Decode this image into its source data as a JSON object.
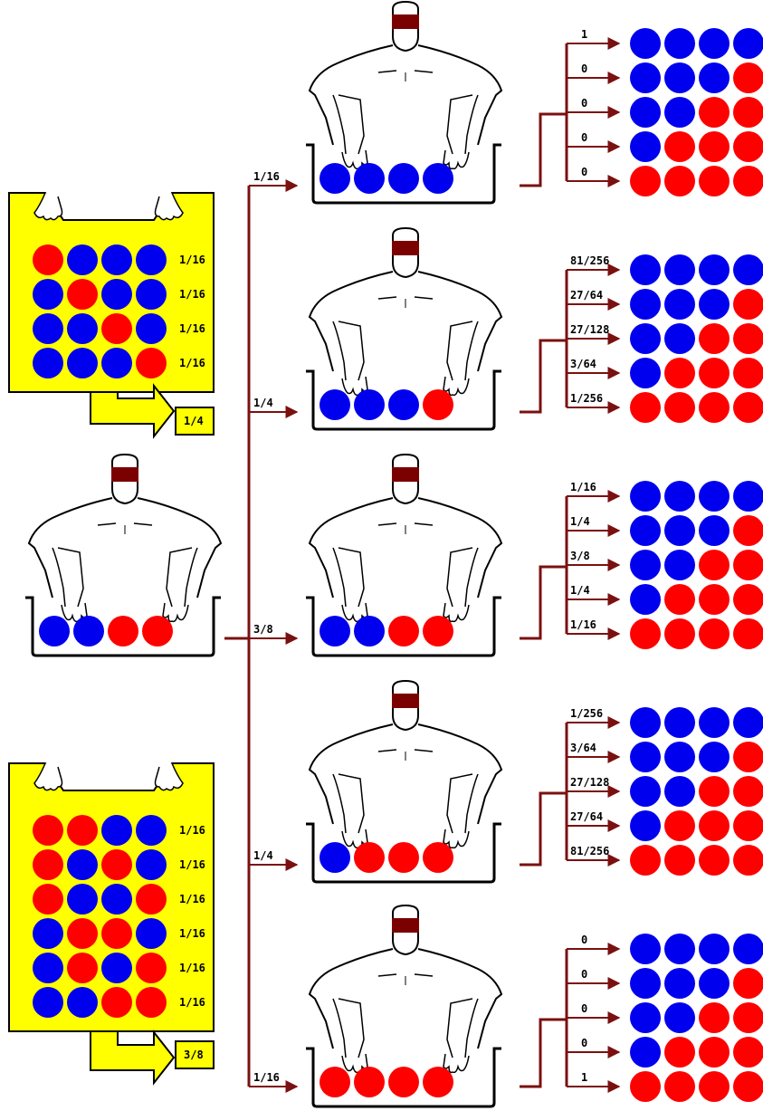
{
  "colors": {
    "blue": "#0000ee",
    "red": "#ff0000",
    "yellow": "#ffff00",
    "arrow": "#7b1010",
    "blindfold": "#7b0000"
  },
  "draws": [
    {
      "ball_colors": [
        "red",
        "blue",
        "blue",
        "blue"
      ],
      "probs": [
        "1/16",
        "1/16",
        "1/16",
        "1/16"
      ],
      "total": "1/4"
    },
    {
      "ball_colors": [
        "red",
        "red",
        "blue",
        "blue"
      ],
      "probs": [
        "1/16",
        "1/16",
        "1/16",
        "1/16",
        "1/16",
        "1/16"
      ],
      "total": "3/8"
    }
  ],
  "source_bowl": {
    "balls": [
      "blue",
      "blue",
      "red",
      "red"
    ]
  },
  "branch_probs": [
    "1/16",
    "1/4",
    "3/8",
    "1/4",
    "1/16"
  ],
  "bowls": [
    {
      "balls": [
        "blue",
        "blue",
        "blue",
        "blue"
      ],
      "outcome_probs": [
        "1",
        "0",
        "0",
        "0",
        "0"
      ]
    },
    {
      "balls": [
        "blue",
        "blue",
        "blue",
        "red"
      ],
      "outcome_probs": [
        "81/256",
        "27/64",
        "27/128",
        "3/64",
        "1/256"
      ]
    },
    {
      "balls": [
        "blue",
        "blue",
        "red",
        "red"
      ],
      "outcome_probs": [
        "1/16",
        "1/4",
        "3/8",
        "1/4",
        "1/16"
      ]
    },
    {
      "balls": [
        "blue",
        "red",
        "red",
        "red"
      ],
      "outcome_probs": [
        "1/256",
        "3/64",
        "27/128",
        "27/64",
        "81/256"
      ]
    },
    {
      "balls": [
        "red",
        "red",
        "red",
        "red"
      ],
      "outcome_probs": [
        "0",
        "0",
        "0",
        "0",
        "1"
      ]
    }
  ],
  "outcome_rows": [
    [
      "blue",
      "blue",
      "blue",
      "blue"
    ],
    [
      "blue",
      "blue",
      "blue",
      "red"
    ],
    [
      "blue",
      "blue",
      "red",
      "red"
    ],
    [
      "blue",
      "red",
      "red",
      "red"
    ],
    [
      "red",
      "red",
      "red",
      "red"
    ]
  ]
}
